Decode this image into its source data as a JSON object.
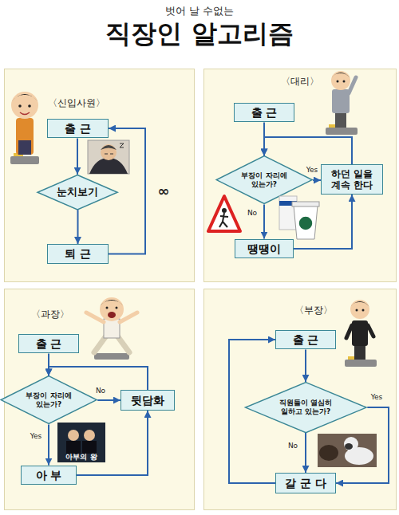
{
  "diagram": {
    "title": "직장인 알고리즘",
    "nodes": [
      {
        "text": [
          "〈신입사원〉"
        ]
      },
      {
        "text": [
          "출 근"
        ],
        "in": 0
      },
      {
        "text": [
          "눈치보기"
        ],
        "in": 0
      },
      {
        "text": [
          "퇴 근"
        ],
        "in": 0
      },
      {
        "text": [
          "〈대리〉"
        ]
      },
      {
        "text": [
          "출 근"
        ],
        "in": 4
      },
      {
        "text": [
          "부장이 자리에 있는가?"
        ],
        "in": 4
      },
      {
        "text": [
          "하던 일을 계속 한다"
        ],
        "in": 4
      },
      {
        "text": [
          "땡땡이"
        ],
        "in": 4
      },
      {
        "text": [
          "〈과장〉"
        ]
      },
      {
        "text": [
          "출 근"
        ],
        "in": 9
      },
      {
        "text": [
          "부장이 자리에 있는가?"
        ],
        "in": 9
      },
      {
        "text": [
          "뒷담화"
        ],
        "in": 9
      },
      {
        "text": [
          "아 부"
        ],
        "in": 9
      },
      {
        "text": [
          "〈부장〉"
        ]
      },
      {
        "text": [
          "출 근"
        ],
        "in": 14
      },
      {
        "text": [
          "직원들이 열심히 일하고 있는가?"
        ],
        "in": 14
      },
      {
        "text": [
          "갈 군 다"
        ],
        "in": 14
      }
    ],
    "edges": [
      {
        "from": 1,
        "to": 2,
        "arrow": "to"
      },
      {
        "from": 2,
        "to": 3,
        "arrow": "to"
      },
      {
        "from": 3,
        "to": 1,
        "label": "∞",
        "arrow": "to"
      },
      {
        "from": 5,
        "to": 6,
        "arrow": "to"
      },
      {
        "from": 6,
        "to": 7,
        "label": "Yes",
        "arrow": "to"
      },
      {
        "from": 6,
        "to": 8,
        "label": "No",
        "arrow": "to"
      },
      {
        "from": 8,
        "to": 7,
        "arrow": "to"
      },
      {
        "from": 7,
        "to": 6,
        "arrow": "to"
      },
      {
        "from": 10,
        "to": 11,
        "arrow": "to"
      },
      {
        "from": 11,
        "to": 12,
        "label": "No",
        "arrow": "to"
      },
      {
        "from": 11,
        "to": 13,
        "label": "Yes",
        "arrow": "to"
      },
      {
        "from": 13,
        "to": 12,
        "arrow": "to"
      },
      {
        "from": 12,
        "to": 11,
        "arrow": "to"
      },
      {
        "from": 15,
        "to": 16,
        "arrow": "to"
      },
      {
        "from": 16,
        "to": 17,
        "label": "Yes",
        "arrow": "to"
      },
      {
        "from": 16,
        "to": 17,
        "label": "No",
        "arrow": "to"
      },
      {
        "from": 17,
        "to": 15,
        "arrow": "to"
      }
    ],
    "labels": [
      "벗어 날 수없는",
      "아부의 왕"
    ]
  }
}
